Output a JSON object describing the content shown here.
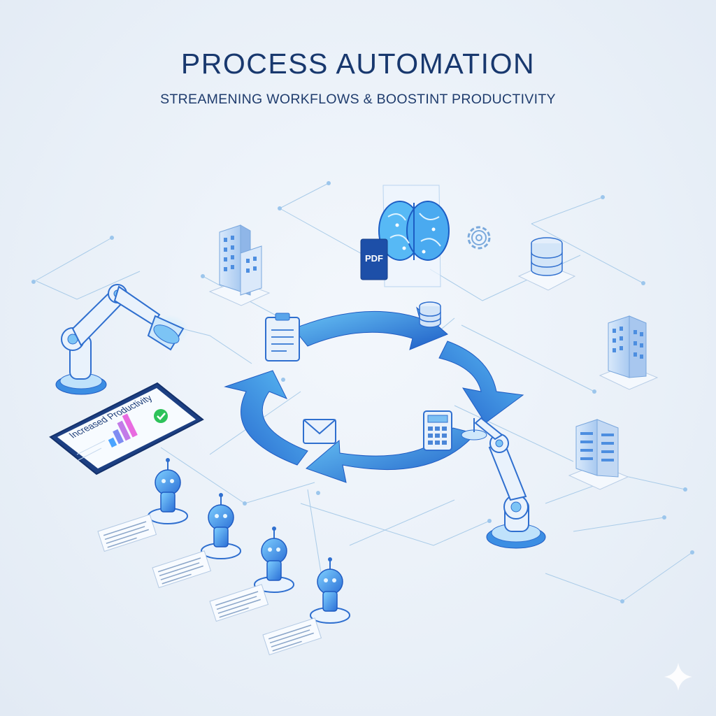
{
  "header": {
    "title": "PROCESS AUTOMATION",
    "subtitle": "STREAMENING WORKFLOWS & BOOSTINT PRODUCTIVITY"
  },
  "tablet": {
    "heading": "Increased Productivity",
    "check_icon": "check-circle-icon"
  },
  "document_badge": "PDF",
  "colors": {
    "title": "#18386e",
    "accent": "#2f7fe0",
    "arrow_light": "#5fc0f5",
    "arrow_dark": "#1d5fc8",
    "line": "#a9cbe8",
    "check": "#2ec25a"
  },
  "icons": [
    "brain-icon",
    "gear-icon",
    "database-icon",
    "office-building-icon",
    "clipboard-icon",
    "envelope-icon",
    "calculator-icon",
    "robot-arm-icon",
    "bot-icon",
    "document-icon",
    "sparkle-icon"
  ]
}
